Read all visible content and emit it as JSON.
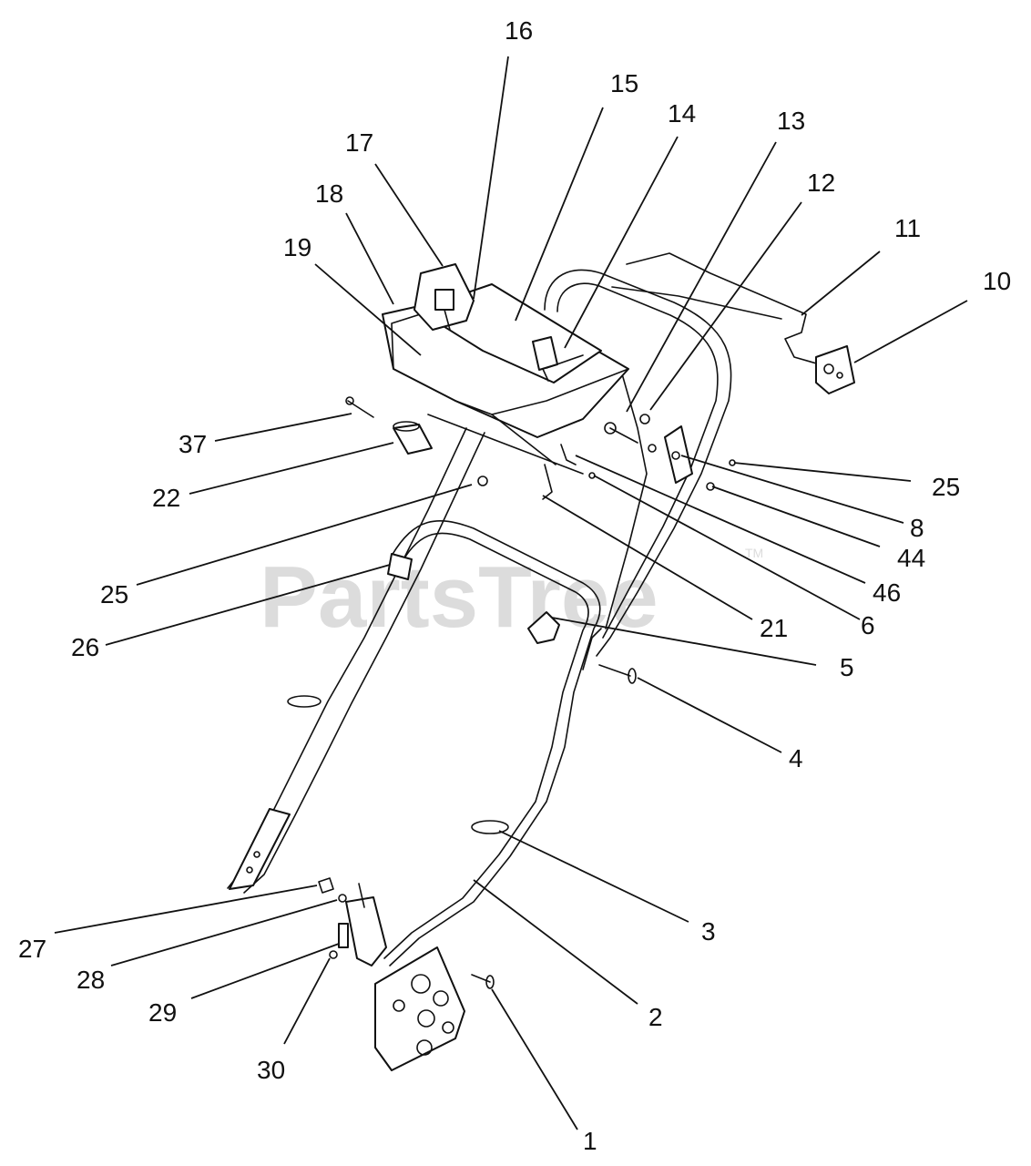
{
  "watermark": {
    "text": "PartsTree",
    "mark": "TM"
  },
  "callouts": [
    "16",
    "15",
    "14",
    "13",
    "12",
    "11",
    "10",
    "17",
    "18",
    "19",
    "37",
    "22",
    "25",
    "26",
    "21",
    "25",
    "8",
    "44",
    "46",
    "6",
    "5",
    "4",
    "3",
    "2",
    "1",
    "27",
    "28",
    "29",
    "30"
  ]
}
